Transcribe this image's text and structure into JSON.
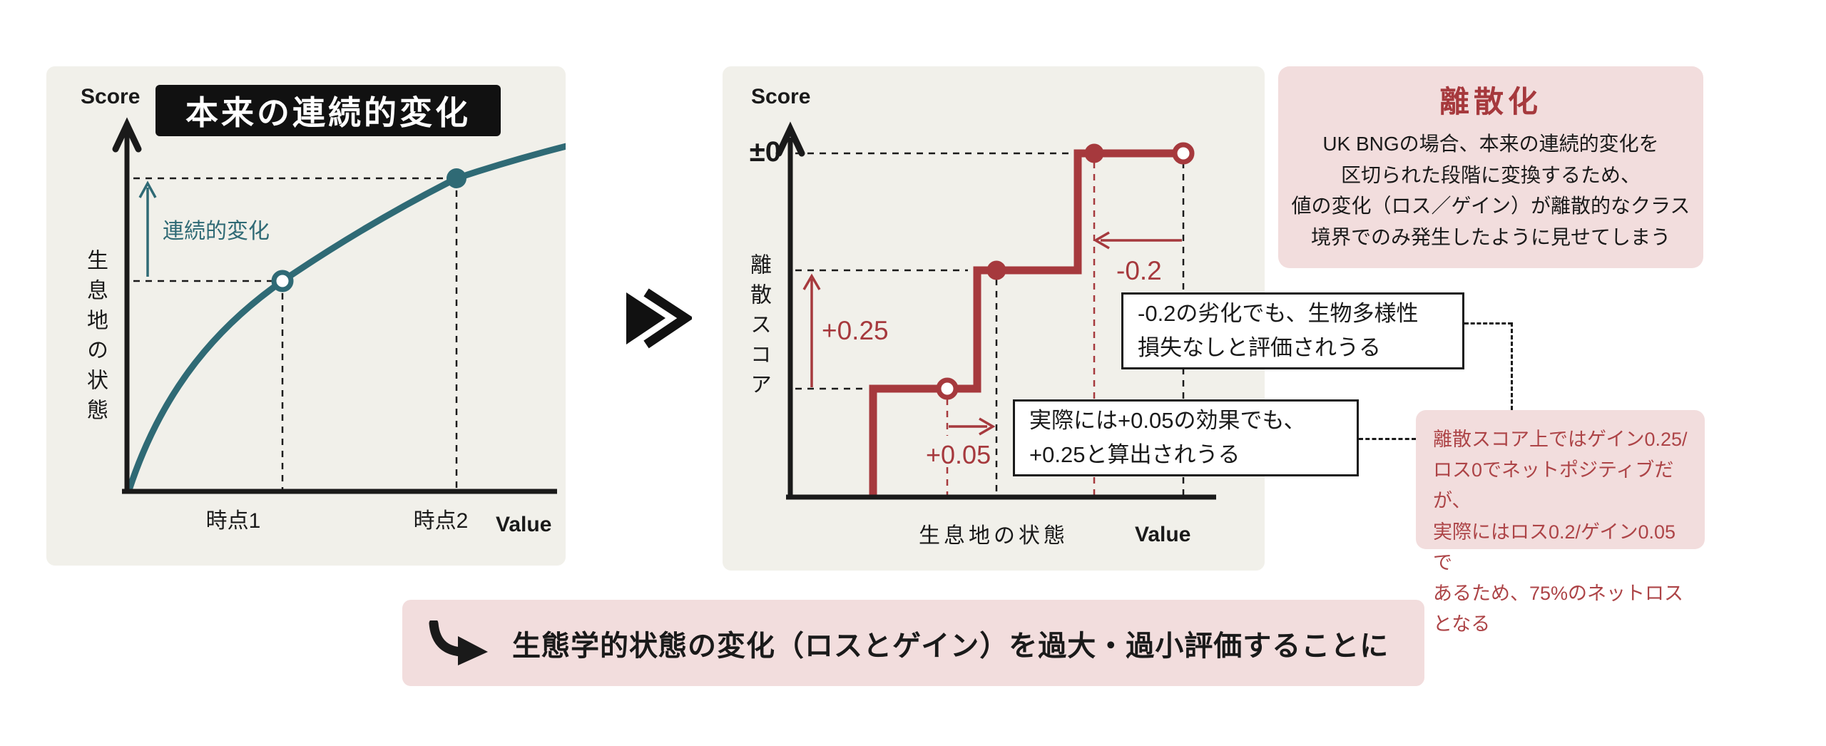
{
  "colors": {
    "accent_red": "#a6393d",
    "accent_red_soft": "#ad4447",
    "teal": "#2f6a75",
    "panel_bg": "#f1f0ea",
    "pink": "#f2dddd",
    "ink": "#1a1a1a"
  },
  "left_chart": {
    "score_label": "Score",
    "title": "本来の連続的変化",
    "annotation": "連続的変化",
    "y_label": "生息地の状態",
    "tick1": "時点1",
    "tick2": "時点2",
    "value_label": "Value"
  },
  "right_chart": {
    "score_label": "Score",
    "zero_label": "±0",
    "y_label": "離散スコア",
    "gain_big": "+0.25",
    "gain_small": "+0.05",
    "loss": "-0.2",
    "x_label": "生息地の状態",
    "value_label": "Value"
  },
  "disc_box": {
    "title": "離散化",
    "lines": [
      "UK BNGの場合、本来の連続的変化を",
      "区切られた段階に変換するため、",
      "値の変化（ロス／ゲイン）が離散的なクラス",
      "境界でのみ発生したように見せてしまう"
    ]
  },
  "callout_loss": {
    "lines": [
      "-0.2の劣化でも、生物多様性",
      "損失なしと評価されうる"
    ]
  },
  "callout_gain": {
    "lines": [
      "実際には+0.05の効果でも、",
      "+0.25と算出されうる"
    ]
  },
  "net_box": {
    "lines": [
      "離散スコア上ではゲイン0.25/",
      "ロス0でネットポジティブだが、",
      "実際にはロス0.2/ゲイン0.05で",
      "あるため、75%のネットロスとなる"
    ]
  },
  "banner": {
    "text": "生態学的状態の変化（ロスとゲイン）を過大・過小評価することに"
  }
}
